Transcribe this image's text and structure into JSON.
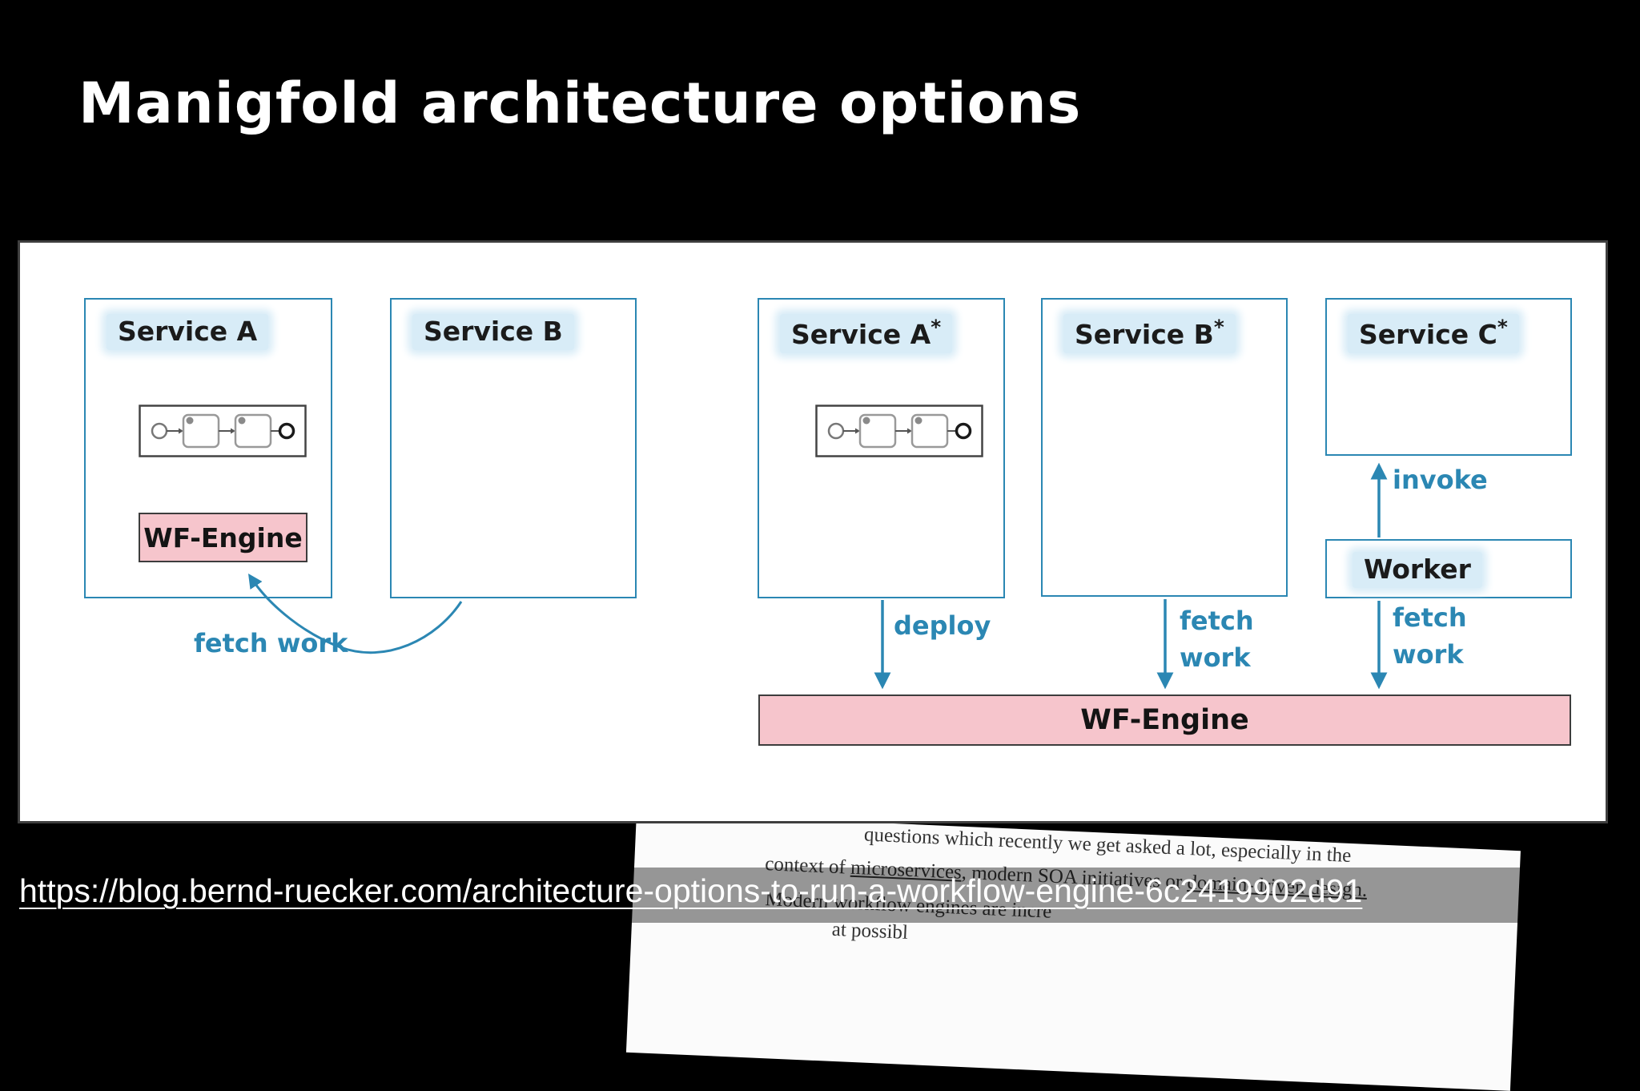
{
  "title": "Manigfold architecture options",
  "colors": {
    "accent_blue": "#2b87b3",
    "highlight_blue": "#d8ecf7",
    "engine_pink": "#f6c5cc",
    "border_dark": "#3d3d3d"
  },
  "diagram": {
    "service_a": "Service A",
    "service_b": "Service B",
    "service_a2": "Service A",
    "service_a2_star": "*",
    "service_b2": "Service B",
    "service_b2_star": "*",
    "service_c2": "Service C",
    "service_c2_star": "*",
    "worker": "Worker",
    "wf_engine_small": "WF-Engine",
    "wf_engine_bar": "WF-Engine",
    "labels": {
      "fetch_work": "fetch work",
      "deploy": "deploy",
      "fetch": "fetch",
      "work": "work",
      "invoke": "invoke"
    }
  },
  "article": {
    "line1": "questions which recently we get asked a lot, especially in the",
    "line2_pre": "context of ",
    "line2_link1": "microservices",
    "line2_mid": ", modern SOA initiatives or ",
    "line2_link2": "domain-driven design.",
    "line3": "Modern workflow engines are incre",
    "line4": "at possibl"
  },
  "footer": {
    "url": "https://blog.bernd-ruecker.com/architecture-options-to-run-a-workflow-engine-6c2419902d91"
  }
}
